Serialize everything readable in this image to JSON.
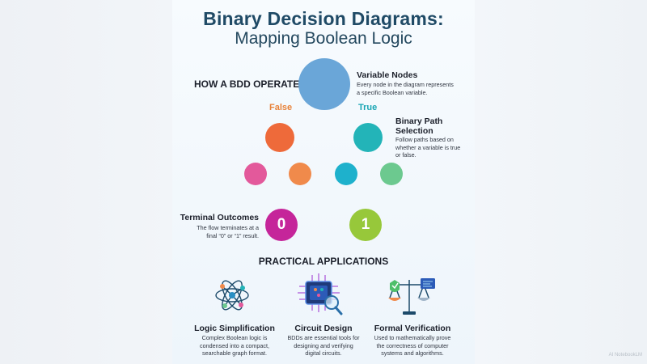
{
  "title": {
    "line1": "Binary Decision Diagrams:",
    "line2": "Mapping Boolean Logic"
  },
  "operates": {
    "heading": "HOW A BDD OPERATES",
    "false_label": "False",
    "true_label": "True",
    "variable_nodes": {
      "title": "Variable Nodes",
      "desc_lines": [
        "Every node in the diagram represents",
        "a specific Boolean variable."
      ]
    },
    "binary_path": {
      "title_lines": [
        "Binary Path",
        "Selection"
      ],
      "desc_lines": [
        "Follow paths based on",
        "whether a variable is true",
        "or false."
      ]
    },
    "terminal": {
      "title": "Terminal Outcomes",
      "desc_lines": [
        "The flow terminates at a",
        "final “0” or “1” result."
      ],
      "zero": "0",
      "one": "1"
    }
  },
  "applications": {
    "heading": "PRACTICAL APPLICATIONS",
    "items": [
      {
        "icon": "atom-network-icon",
        "title": "Logic Simplification",
        "desc_lines": [
          "Complex Boolean logic is",
          "condensed into a compact,",
          "searchable graph format."
        ]
      },
      {
        "icon": "chip-magnifier-icon",
        "title": "Circuit Design",
        "desc_lines": [
          "BDDs are essential tools for",
          "designing and verifying",
          "digital circuits."
        ]
      },
      {
        "icon": "balance-scale-icon",
        "title": "Formal Verification",
        "desc_lines": [
          "Used to mathematically prove",
          "the correctness of computer",
          "systems and algorithms."
        ]
      }
    ]
  },
  "watermark": "AI NotebookLM",
  "colors": {
    "root": "#6aa6d8",
    "false_node": "#ee6a3a",
    "true_node": "#23b4b8",
    "leaf_pink": "#e3599b",
    "leaf_orange": "#f08a4b",
    "leaf_teal": "#1eb1cc",
    "leaf_green": "#6cc98f",
    "terminal_zero": "#c5259a",
    "terminal_one": "#97c83a"
  }
}
